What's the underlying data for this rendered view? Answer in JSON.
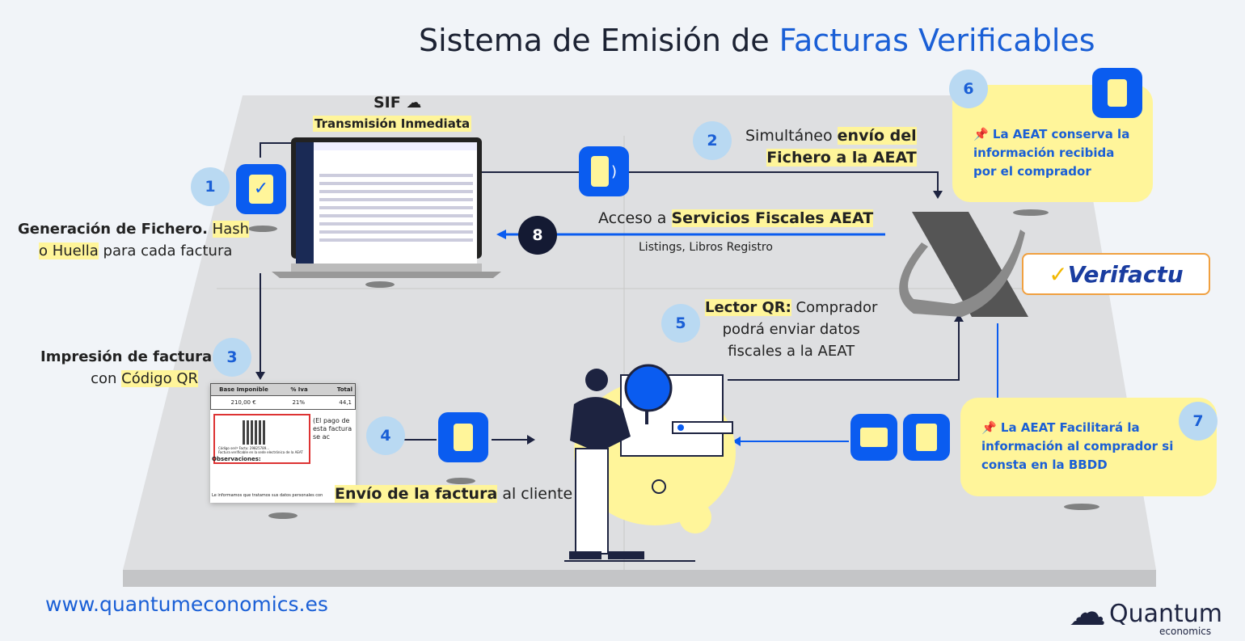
{
  "title": {
    "part1": "Sistema de Emisión de ",
    "part2": "Facturas Verificables"
  },
  "sif": {
    "label": "SIF",
    "subtitle": "Transmisión Inmediata"
  },
  "steps": {
    "s1": {
      "number": "1",
      "line1_bold": "Generación de Fichero.",
      "line1_mark": "Hash",
      "line2_mark": "o Huella",
      "line2_rest": " para cada factura"
    },
    "s2": {
      "number": "2",
      "line1": "Simultáneo ",
      "line1_bold": "envío del",
      "line2_bold": "Fichero a la AEAT"
    },
    "s3": {
      "number": "3",
      "line1_bold": "Impresión de factura",
      "line2": "con ",
      "line2_mark": "Código QR"
    },
    "s4": {
      "number": "4",
      "bold": "Envío de la factura",
      "rest": " al cliente"
    },
    "s5": {
      "number": "5",
      "bold": "Lector QR:",
      "line1_rest": " Comprador",
      "line2": "podrá enviar datos",
      "line3": "fiscales a la AEAT"
    },
    "s6": {
      "number": "6",
      "text": "📌 La AEAT conserva la información recibida por el comprador"
    },
    "s7": {
      "number": "7",
      "text": "📌 La AEAT Facilitará la información al comprador si consta en la BBDD"
    },
    "s8": {
      "number": "8",
      "line1": "Acceso a ",
      "line1_bold": "Servicios Fiscales AEAT",
      "line2": "Listings, Libros Registro"
    }
  },
  "invoice": {
    "headers": [
      "Base Imponible",
      "% Iva",
      "Total"
    ],
    "row": [
      "210,00 €",
      "21%",
      "44,1"
    ],
    "payment_note": "(El pago de esta factura se ac",
    "qr_caption1": "Código seriº Factu: 29825789...",
    "qr_caption2": "Factura verificable en la sede electrónica de la AEAT",
    "observaciones": "Observaciones:",
    "footer": "Le informamos que tratamos sus datos personales con"
  },
  "logo": {
    "verifactu": "Verifactu"
  },
  "footer": {
    "url": "www.quantumeconomics.es",
    "brand": "Quantum",
    "brand_sub": "economics"
  },
  "colors": {
    "accent": "#1a5fd6",
    "highlight": "#fff59a",
    "icon_blue": "#0a5cf0"
  }
}
